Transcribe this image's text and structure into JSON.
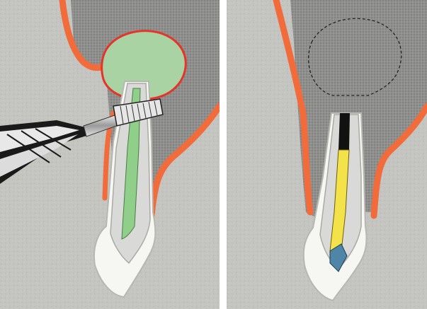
{
  "colors": {
    "background_gray": "#c4c4c0",
    "bone_gray": "#8f8f8d",
    "gingiva_orange": "#f26b3a",
    "tooth_light": "#d9d9d7",
    "enamel_white": "#f6f6f2",
    "lesion_green": "#a9d3a3",
    "lesion_border_red": "#e5342a",
    "canal_green": "#8fcf8a",
    "filling_yellow": "#f3e24a",
    "apex_blue": "#4f86a8",
    "coronal_black": "#111111",
    "instrument_silver": "#bdbdbd",
    "instrument_dark": "#1a1a1a"
  },
  "panels": [
    {
      "name": "before-apicoectomy",
      "icon": "dental-drill-at-root-apex"
    },
    {
      "name": "after-apicoectomy",
      "icon": "retrograde-filled-root"
    }
  ]
}
